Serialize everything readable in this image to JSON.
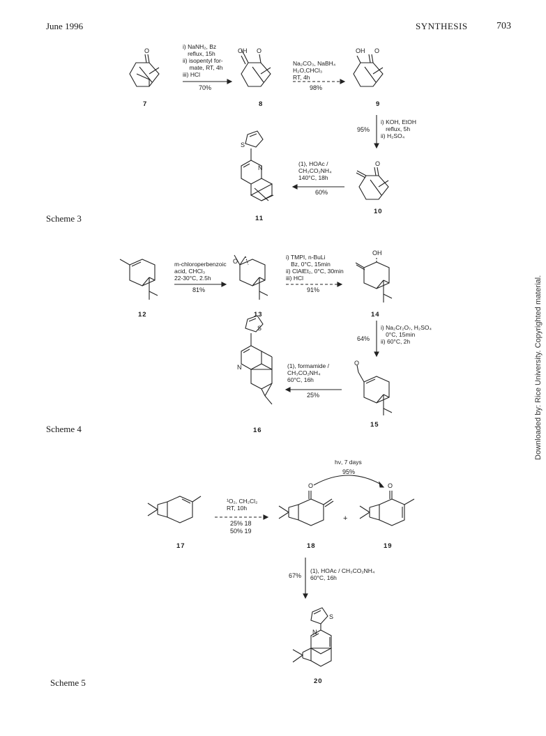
{
  "header": {
    "date": "June 1996",
    "journal": "SYNTHESIS",
    "page": "703"
  },
  "side_note": "Downloaded by: Rice University. Copyrighted material.",
  "scheme3": {
    "label": "Scheme 3",
    "r1": {
      "conditions": "i) NaNH₂, Bz\n   reflux, 15h\nii) isopentyl for-\n    mate, RT, 4h\niii) HCl",
      "yield": "70%"
    },
    "r2": {
      "conditions": "Na₂CO₃, NaBH₄\nH₂O,CHCl₃\nRT, 4h",
      "yield": "98%"
    },
    "r3": {
      "conditions": "i) KOH, EtOH\n   reflux, 5h\nii) H₂SO₄",
      "yield": "95%"
    },
    "r4": {
      "conditions": "(1), HOAc /\nCH₃CO₂NH₄\n140°C, 18h",
      "yield": "60%"
    },
    "compounds": [
      "7",
      "8",
      "9",
      "10",
      "11"
    ]
  },
  "scheme4": {
    "label": "Scheme 4",
    "r1": {
      "conditions": "m-chloroperbenzoic\nacid, CHCl₃\n22-30°C, 2.5h",
      "yield": "81%"
    },
    "r2": {
      "conditions": "i) TMPI, n-BuLi\n   Bz, 0°C, 15min\nii) ClAlEt₂, 0°C, 30min\niii) HCl",
      "yield": "91%"
    },
    "r3": {
      "conditions": "i) Na₂Cr₂O₇, H₂SO₄\n   0°C, 15min\nii) 60°C, 2h",
      "yield": "64%"
    },
    "r4": {
      "conditions": "(1), formamide /\nCH₃CO₂NH₄\n60°C, 16h",
      "yield": "25%"
    },
    "compounds": [
      "12",
      "13",
      "14",
      "15",
      "16"
    ]
  },
  "scheme5": {
    "label": "Scheme 5",
    "r1": {
      "conditions": "¹O₂, CH₂Cl₂\nRT, 10h",
      "yield_a": "25% 18",
      "yield_b": "50% 19"
    },
    "r2": {
      "conditions": "hν, 7 days",
      "yield": "95%"
    },
    "r3": {
      "conditions": "(1), HOAc / CH₃CO₂NH₄\n60°C, 16h",
      "yield": "67%"
    },
    "plus": "+",
    "compounds": [
      "17",
      "18",
      "19",
      "20"
    ]
  },
  "atoms": {
    "O": "O",
    "OH": "OH",
    "N": "N",
    "S": "S"
  }
}
